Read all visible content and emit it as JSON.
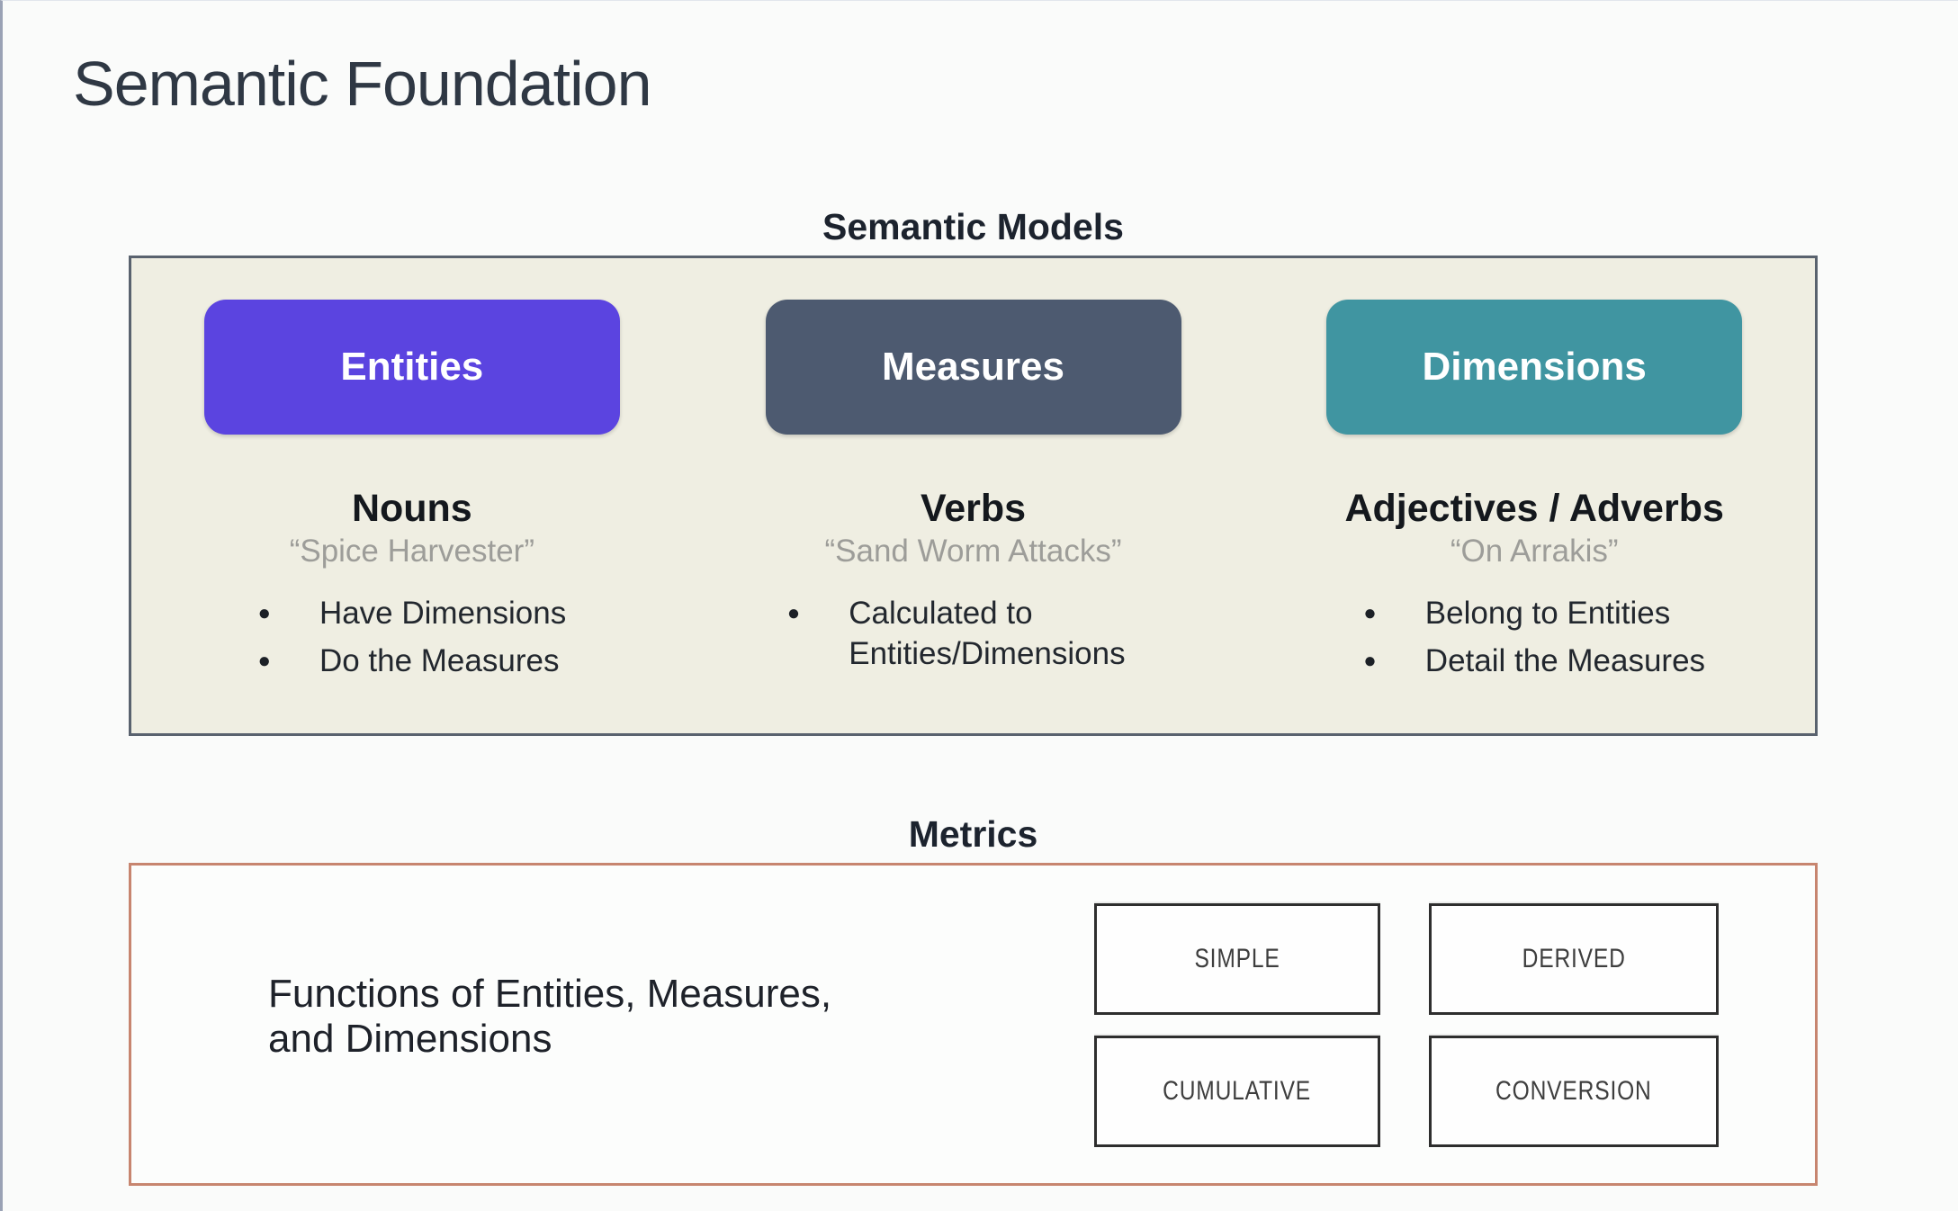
{
  "slide": {
    "title": "Semantic Foundation"
  },
  "icons": {
    "bullet_icon": "●"
  },
  "semantic_models": {
    "heading": "Semantic Models",
    "panel_fill_color": "#efeee2",
    "panel_border_color": "#59626e",
    "columns": [
      {
        "button": "Entities",
        "button_color": "#5b44e0",
        "role": "Nouns",
        "example": "“Spice Harvester”",
        "bullets": [
          "Have Dimensions",
          "Do the Measures"
        ]
      },
      {
        "button": "Measures",
        "button_color": "#4d5a70",
        "role": "Verbs",
        "example": "“Sand Worm Attacks”",
        "bullets": [
          "Calculated to Entities/Dimensions"
        ]
      },
      {
        "button": "Dimensions",
        "button_color": "#4095a1",
        "role": "Adjectives / Adverbs",
        "example": "“On Arrakis”",
        "bullets": [
          "Belong to Entities",
          "Detail the Measures"
        ]
      }
    ]
  },
  "metrics": {
    "heading": "Metrics",
    "border_color": "#c7856f",
    "description_lines": [
      "Functions of Entities, Measures,",
      "and Dimensions"
    ],
    "types": [
      "SIMPLE",
      "DERIVED",
      "CUMULATIVE",
      "CONVERSION"
    ]
  }
}
